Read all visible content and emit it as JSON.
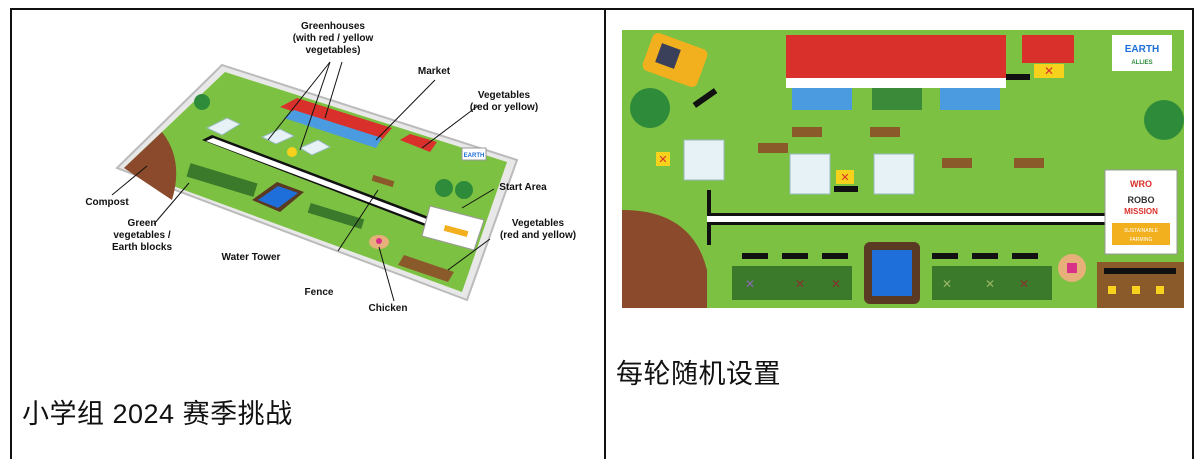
{
  "left_cell": {
    "caption": "小学组 2024 赛季挑战",
    "labels": {
      "greenhouses": "Greenhouses\n(with red / yellow\nvegetables)",
      "market": "Market",
      "vegetables_ry": "Vegetables\n(red or yellow)",
      "start_area": "Start Area",
      "vegetables_rny": "Vegetables\n(red and yellow)",
      "compost": "Compost",
      "green_veg": "Green\nvegetables /\nEarth blocks",
      "water_tower": "Water Tower",
      "fence": "Fence",
      "chicken": "Chicken"
    },
    "board_badge": "EARTH"
  },
  "right_cell": {
    "caption": "每轮随机设置",
    "logo_line1": "EARTH",
    "logo_line2": "ALLIES",
    "panel": {
      "title": "WRO",
      "line1": "ROBO",
      "line2": "MISSION",
      "tag1": "SUSTAINABLE",
      "tag2": "FARMING"
    }
  },
  "colors": {
    "grass": "#7cc142",
    "soil": "#a0522d",
    "water": "#1e6fd9",
    "roof_red": "#d9302b",
    "border": "#111111"
  }
}
